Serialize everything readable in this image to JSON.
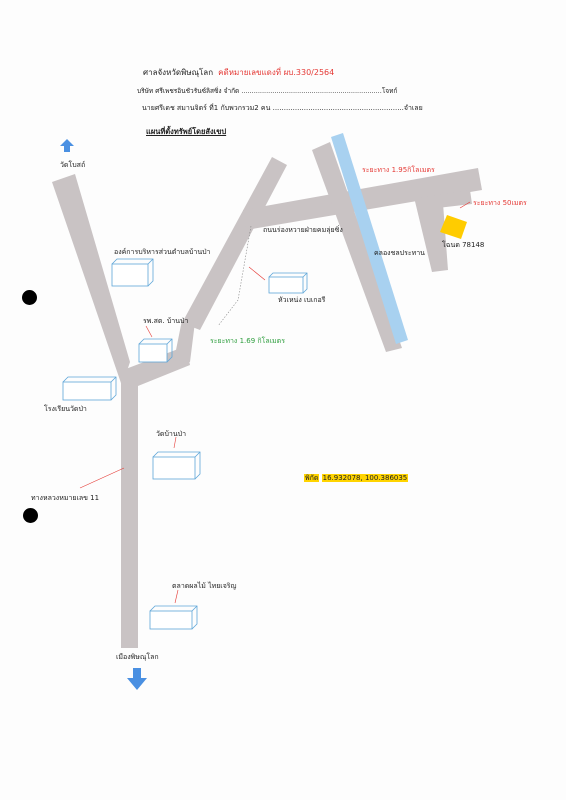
{
  "header": {
    "court": "ศาลจังหวัดพิษณุโลก",
    "case_no": "คดีหมายเลขแดงที่ ผบ.330/2564",
    "plaintiff": "บริษัท ศรีเพชรอินชัวรันซ์ลิสซิ่ง จำกัด ....................................................................โจทก์",
    "defendant": "นายศรีเดช  สมานจิตร์ ที่1 กับพวกรวม2 คน ...........................................................จำเลย",
    "map_title": "แผนที่ตั้งทรัพย์โดยสังเขป"
  },
  "labels": {
    "wat_bot": "วัดโบสถ์",
    "sao": "องค์การบริหารส่วนตำบลบ้านป่า",
    "road_name": "ถนนร่องหวายฝ่ายคมลุ่ยซิ่ง",
    "dist_195": "ระยะทาง 1.95กิโลเมตร",
    "dist_50": "ระยะทาง 50เมตร",
    "canal": "คลองชลประทาน",
    "deed": "โฉนด 78148",
    "bakery": "หัวเหน่ง เบเกอรี",
    "hospital": "รพ.สต. บ้านป่า",
    "dist_169": "ระยะทาง 1.69 กิโลเมตร",
    "school": "โรงเรียนวัดป่า",
    "wat_ban_pa": "วัดบ้านป่า",
    "highway": "ทางหลวงหมายเลข  11",
    "market": "ตลาดผลไม้ ไทยเจริญ",
    "mueang": "เมืองพิษณุโลก"
  },
  "coordinates": {
    "label": "พิกัด",
    "value": "16.932078, 100.386035"
  },
  "colors": {
    "road": "#c9c3c4",
    "canal": "#a8d1f0",
    "parcel": "#ffcc00",
    "arrow": "#4a90e2",
    "accent_red": "#e53935",
    "accent_green": "#2e9e3e"
  },
  "icons": {
    "north_arrow": "arrow-up-icon",
    "south_arrow": "arrow-down-icon"
  }
}
